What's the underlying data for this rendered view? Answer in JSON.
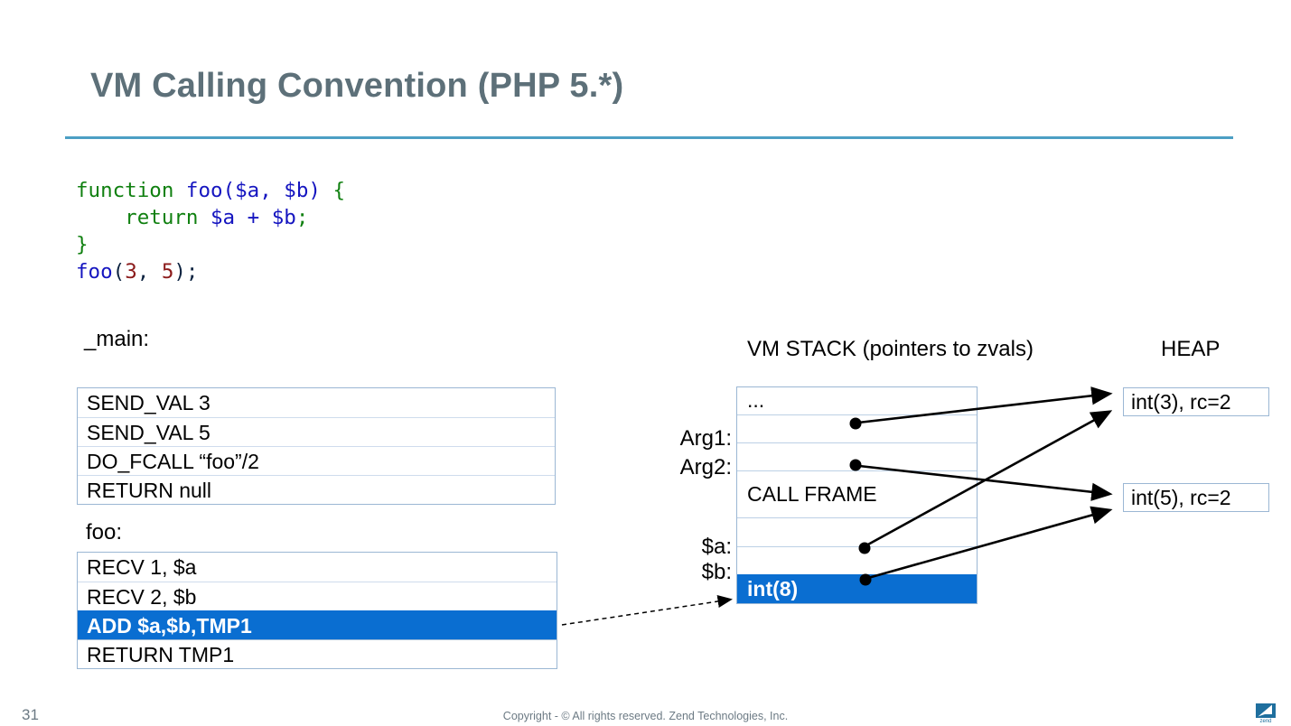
{
  "slide": {
    "title": "VM Calling Convention (PHP 5.*)",
    "number": "31",
    "copyright": "Copyright - © All rights reserved. Zend Technologies, Inc.",
    "logo_text": "zend",
    "accent_color": "#4c9fc4",
    "highlight_color": "#0a6ed1",
    "title_color": "#5d7079"
  },
  "code": {
    "line1_kw": "function",
    "line1_fn": " foo",
    "line1_args": "($a, $b) ",
    "line1_brace": "{",
    "line2_kw": "    return",
    "line2_expr": " $a + $b",
    "line2_semi": ";",
    "line3_brace": "}",
    "line4_fn": "foo",
    "line4_open": "(",
    "line4_num1": "3",
    "line4_comma": ", ",
    "line4_num2": "5",
    "line4_close": ");"
  },
  "main_block": {
    "caption": "_main:",
    "opcodes": [
      "SEND_VAL 3",
      "SEND_VAL 5",
      "DO_FCALL  “foo”/2",
      "RETURN null"
    ]
  },
  "foo_block": {
    "caption": "foo:",
    "opcodes": [
      {
        "text": "RECV 1, $a",
        "highlighted": false
      },
      {
        "text": "RECV 2, $b",
        "highlighted": false
      },
      {
        "text": "ADD $a,$b,TMP1",
        "highlighted": true
      },
      {
        "text": "RETURN TMP1",
        "highlighted": false
      }
    ]
  },
  "diagram": {
    "stack_header": "VM STACK (pointers to zvals)",
    "heap_header": "HEAP",
    "stack_rows": [
      {
        "label": "",
        "value": "..."
      },
      {
        "label": "Arg1:",
        "value": ""
      },
      {
        "label": "Arg2:",
        "value": ""
      },
      {
        "label": "",
        "value": "CALL FRAME"
      },
      {
        "label": "$a:",
        "value": ""
      },
      {
        "label": "$b:",
        "value": ""
      },
      {
        "label": "",
        "value": "int(8)"
      }
    ],
    "heap_cells": [
      "int(3), rc=2",
      "int(5), rc=2"
    ]
  }
}
